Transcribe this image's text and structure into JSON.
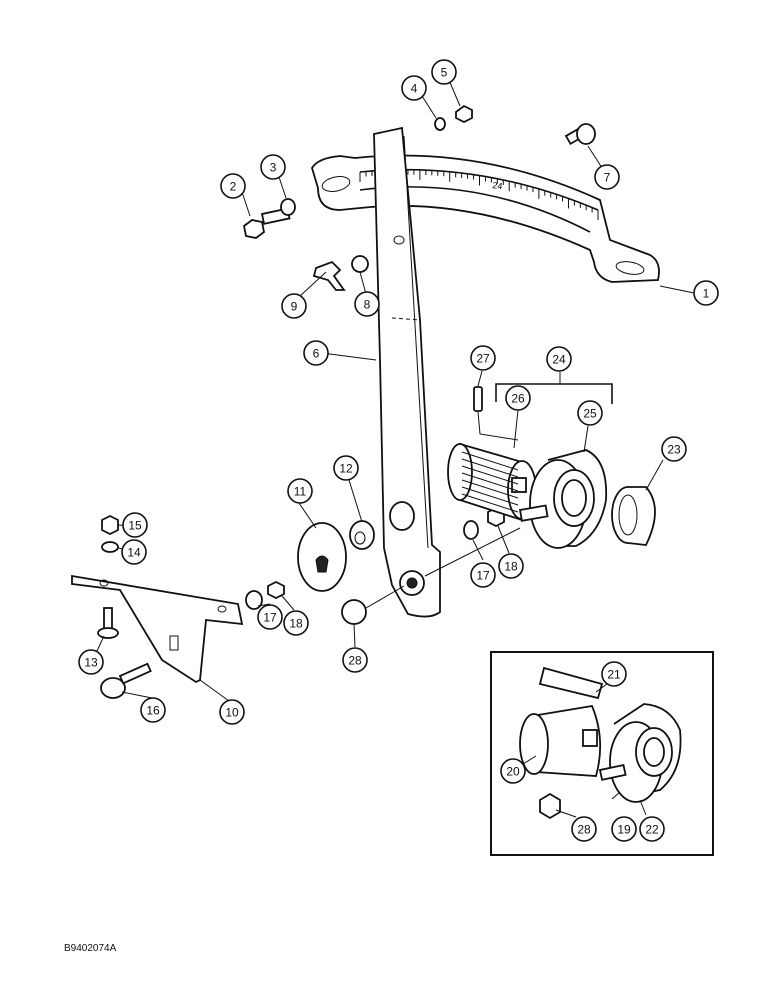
{
  "figure_code": "B9402074A",
  "callouts": [
    {
      "id": "c1",
      "label": "1"
    },
    {
      "id": "c2",
      "label": "2"
    },
    {
      "id": "c3",
      "label": "3"
    },
    {
      "id": "c4",
      "label": "4"
    },
    {
      "id": "c5",
      "label": "5"
    },
    {
      "id": "c6",
      "label": "6"
    },
    {
      "id": "c7",
      "label": "7"
    },
    {
      "id": "c8",
      "label": "8"
    },
    {
      "id": "c9",
      "label": "9"
    },
    {
      "id": "c10",
      "label": "10"
    },
    {
      "id": "c11",
      "label": "11"
    },
    {
      "id": "c12",
      "label": "12"
    },
    {
      "id": "c13",
      "label": "13"
    },
    {
      "id": "c14",
      "label": "14"
    },
    {
      "id": "c15",
      "label": "15"
    },
    {
      "id": "c16",
      "label": "16"
    },
    {
      "id": "c17a",
      "label": "17"
    },
    {
      "id": "c17b",
      "label": "17"
    },
    {
      "id": "c18a",
      "label": "18"
    },
    {
      "id": "c18b",
      "label": "18"
    },
    {
      "id": "c19",
      "label": "19"
    },
    {
      "id": "c20",
      "label": "20"
    },
    {
      "id": "c21",
      "label": "21"
    },
    {
      "id": "c22",
      "label": "22"
    },
    {
      "id": "c23",
      "label": "23"
    },
    {
      "id": "c24",
      "label": "24"
    },
    {
      "id": "c25",
      "label": "25"
    },
    {
      "id": "c26",
      "label": "26"
    },
    {
      "id": "c27",
      "label": "27"
    },
    {
      "id": "c28a",
      "label": "28"
    },
    {
      "id": "c28b",
      "label": "28"
    }
  ]
}
